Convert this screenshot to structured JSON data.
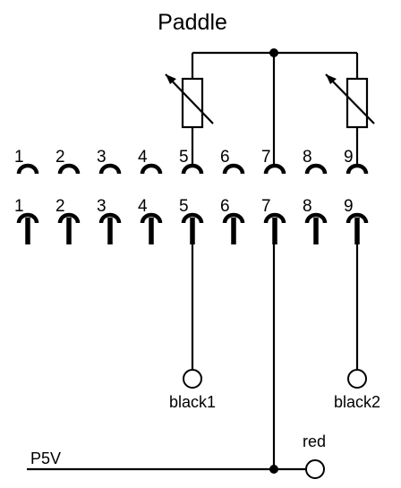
{
  "diagram": {
    "title": "Paddle",
    "top_connector_pins": [
      "1",
      "2",
      "3",
      "4",
      "5",
      "6",
      "7",
      "8",
      "9"
    ],
    "bottom_connector_pins": [
      "1",
      "2",
      "3",
      "4",
      "5",
      "6",
      "7",
      "8",
      "9"
    ],
    "terminals": {
      "black1": "black1",
      "black2": "black2",
      "red": "red"
    },
    "supply_label": "P5V",
    "components": [
      {
        "type": "variable-resistor",
        "connects_pin": "5"
      },
      {
        "type": "variable-resistor",
        "connects_pin": "9"
      }
    ]
  }
}
